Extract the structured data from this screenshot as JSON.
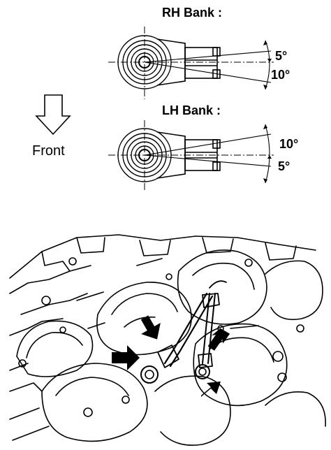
{
  "top_diagram": {
    "rh": {
      "title": "RH Bank :",
      "upper_angle": "5°",
      "lower_angle": "10°"
    },
    "lh": {
      "title": "LH Bank :",
      "upper_angle": "10°",
      "lower_angle": "5°"
    },
    "direction_label": "Front"
  },
  "photo": {
    "description_icon": "engine-block-illustration",
    "arrow_count": 4
  },
  "colors": {
    "ink": "#000000",
    "paper": "#ffffff"
  }
}
